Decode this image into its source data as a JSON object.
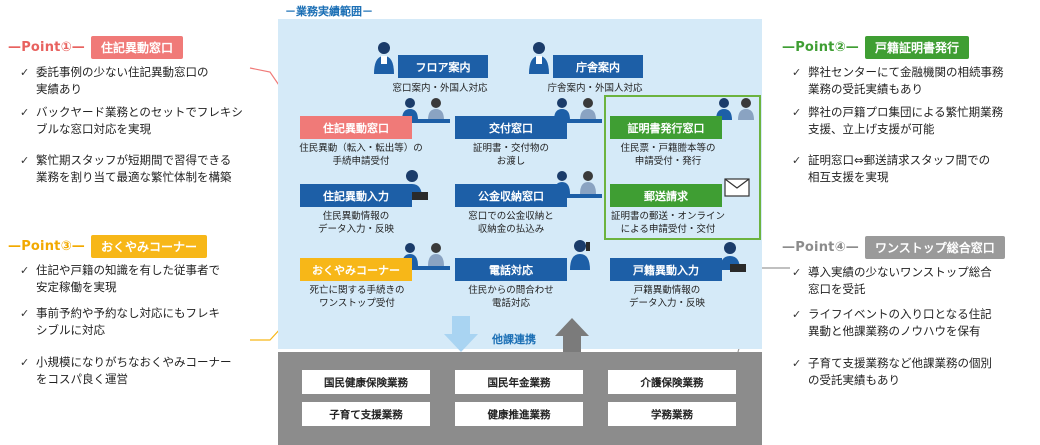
{
  "scope_title": "－業務実績範囲－",
  "points": [
    {
      "label": "—Point①—",
      "tag": "住記異動窓口",
      "color": "#f07a78",
      "label_color": "#e8625f",
      "bullets": [
        "委託事例の少ない住記異動窓口の",
        "実績あり",
        "バックヤード業務とのセットでフレキシ",
        "ブルな窓口対応を実現",
        "繁忙期スタッフが短期間で習得できる",
        "業務を割り当て最適な繁忙体制を構築"
      ]
    },
    {
      "label": "—Point②—",
      "tag": "戸籍証明書発行",
      "color": "#3f9e33",
      "label_color": "#3f9e33",
      "bullets": [
        "弊社センターにて金融機関の相続事務",
        "業務の受託実績もあり",
        "弊社の戸籍プロ集団による繁忙期業務",
        "支援、立上げ支援が可能",
        "証明窓口⇔郵送請求スタッフ間での",
        "相互支援を実現"
      ]
    },
    {
      "label": "—Point③—",
      "tag": "おくやみコーナー",
      "color": "#f7b718",
      "label_color": "#f2a900",
      "bullets": [
        "住記や戸籍の知識を有した従事者で",
        "安定稼働を実現",
        "事前予約や予約なし対応にもフレキ",
        "シブルに対応",
        "小規模になりがちなおくやみコーナー",
        "をコスパ良く運営"
      ]
    },
    {
      "label": "—Point④—",
      "tag": "ワンストップ総合窓口",
      "color": "#9a9a9a",
      "label_color": "#8c8c8c",
      "bullets": [
        "導入実績の少ないワンストップ総合",
        "窓口を受託",
        "ライフイベントの入り口となる住記",
        "異動と他課業務のノウハウを保有",
        "子育て支援業務など他課業務の個別",
        "の受託実績もあり"
      ]
    }
  ],
  "center": {
    "floor": {
      "label": "フロア案内",
      "desc": "窓口案内・外国人対応"
    },
    "chosha": {
      "label": "庁舎案内",
      "desc": "庁舎案内・外国人対応"
    },
    "juki": {
      "label": "住記異動窓口",
      "desc1": "住民異動（転入・転出等）の",
      "desc2": "手続申請受付"
    },
    "kofu": {
      "label": "交付窓口",
      "desc1": "証明書・交付物の",
      "desc2": "お渡し"
    },
    "shomei": {
      "label": "証明書発行窓口",
      "desc1": "住民票・戸籍謄本等の",
      "desc2": "申請受付・発行"
    },
    "jukinyu": {
      "label": "住記異動入力",
      "desc1": "住民異動情報の",
      "desc2": "データ入力・反映"
    },
    "koukin": {
      "label": "公金収納窓口",
      "desc1": "窓口での公金収納と",
      "desc2": "収納金の払込み"
    },
    "yuso": {
      "label": "郵送請求",
      "desc1": "証明書の郵送・オンライン",
      "desc2": "による申請受付・交付"
    },
    "okuyami": {
      "label": "おくやみコーナー",
      "desc1": "死亡に関する手続きの",
      "desc2": "ワンストップ受付"
    },
    "denwa": {
      "label": "電話対応",
      "desc1": "住民からの問合わせ",
      "desc2": "電話対応"
    },
    "koseki": {
      "label": "戸籍異動入力",
      "desc1": "戸籍異動情報の",
      "desc2": "データ入力・反映"
    }
  },
  "link_label": "他課連携",
  "other_depts": [
    "国民健康保険業務",
    "国民年金業務",
    "介護保険業務",
    "子育て支援業務",
    "健康推進業務",
    "学務業務"
  ]
}
